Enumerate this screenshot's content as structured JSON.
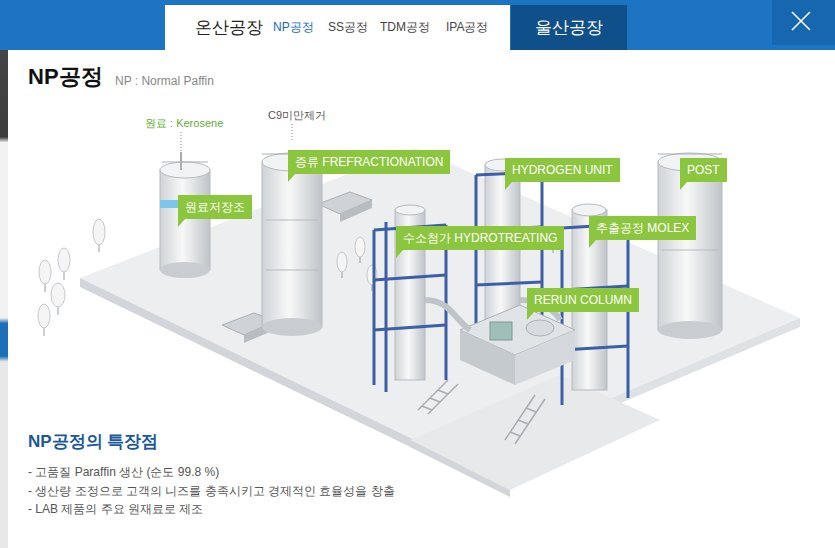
{
  "diagram": {
    "title": "NP공정",
    "nodes": [
      {
        "text": [
          "온산공장",
          "NP공정",
          "SS공정",
          "TDM공정",
          "IPA공정"
        ]
      },
      {
        "text": [
          "울산공장"
        ]
      },
      {
        "text": [
          "증류 FREFRACTIONATION"
        ]
      },
      {
        "text": [
          "HYDROGEN UNIT"
        ]
      },
      {
        "text": [
          "POST"
        ]
      },
      {
        "text": [
          "원료저장조"
        ]
      },
      {
        "text": [
          "수소첨가 HYDROTREATING"
        ]
      },
      {
        "text": [
          "추출공정 MOLEX"
        ]
      },
      {
        "text": [
          "RERUN COLUMN"
        ]
      }
    ],
    "labels": [
      "NP : Normal Paffin",
      "원료 : Kerosene",
      "C9미만제거",
      "NP공정의 특장점",
      "- 고품질 Paraffin 생산 (순도 99.8 %)",
      "- 생산량 조정으로 고객의 니즈를 충족시키고 경제적인 효율성을 창출",
      "- LAB 제품의 주요 원재료로 제조"
    ]
  }
}
